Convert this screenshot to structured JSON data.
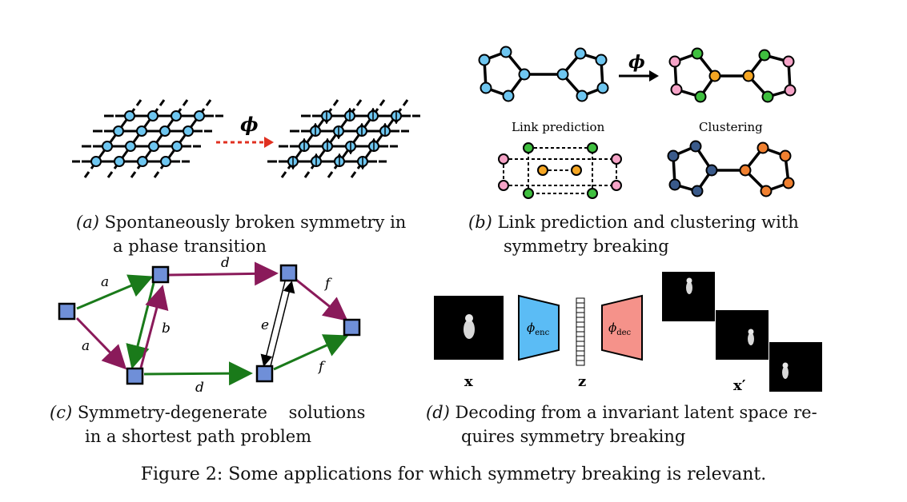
{
  "panels": {
    "a": {
      "phi_label": "ϕ",
      "caption_label": "(a)",
      "caption_line1": "Spontaneously broken symmetry in",
      "caption_line2": "a phase transition"
    },
    "b": {
      "phi_label": "ϕ",
      "link_prediction": "Link prediction",
      "clustering": "Clustering",
      "caption_label": "(b)",
      "caption_line1": "Link prediction and clustering with",
      "caption_line2": "symmetry breaking"
    },
    "c": {
      "edge_labels": [
        "a",
        "a",
        "b",
        "d",
        "d",
        "e",
        "f",
        "f"
      ],
      "caption_label": "(c)",
      "caption_line1": "Symmetry-degenerate    solutions",
      "caption_line2": "in a shortest path problem"
    },
    "d": {
      "enc_label": "ϕ",
      "enc_sub": "enc",
      "dec_label": "ϕ",
      "dec_sub": "dec",
      "x_label": "x",
      "z_label": "z",
      "xprime_label": "x′",
      "caption_label": "(d)",
      "caption_line1": "Decoding from a invariant latent space re-",
      "caption_line2": "quires symmetry breaking"
    }
  },
  "figure_caption": "Figure 2: Some applications for which symmetry breaking is relevant.",
  "colors": {
    "lattice_node": "#6ec6f0",
    "arrow_red": "#e03020",
    "pink": "#f5a3c7",
    "green": "#3fbf3f",
    "orange": "#f5a623",
    "blue_node": "#6ec6f0",
    "navy": "#3a5a8a",
    "orange_cluster": "#f08030",
    "square_node": "#6f8fd8",
    "edge_green": "#1a7a1a",
    "edge_maroon": "#8a1a5a",
    "encoder": "#5bbcf5",
    "decoder": "#f5928a"
  }
}
